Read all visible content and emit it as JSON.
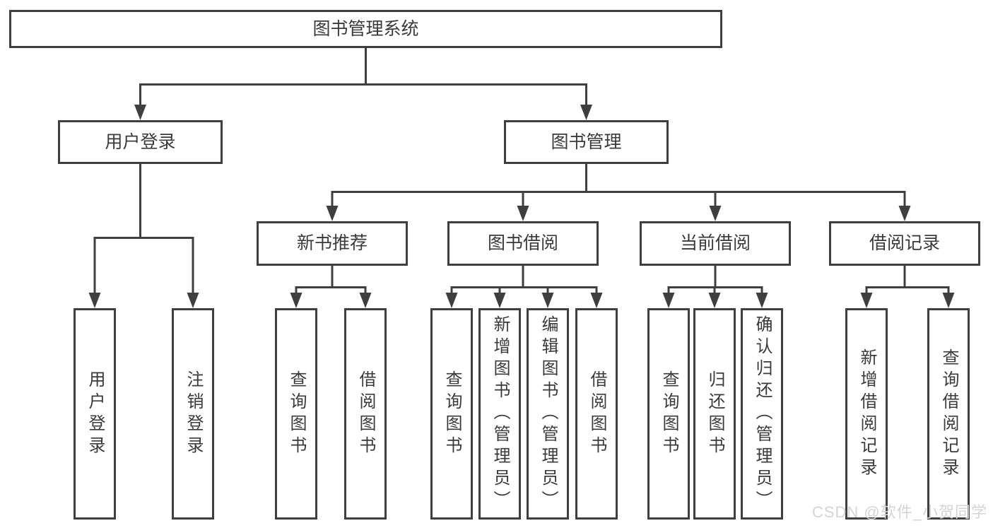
{
  "diagram_title": "图书管理系统",
  "nodes": {
    "root": "图书管理系统",
    "user-login": "用户登录",
    "book-mgmt": "图书管理",
    "new-books": "新书推荐",
    "book-borrow": "图书借阅",
    "current-borrow": "当前借阅",
    "borrow-records": "借阅记录",
    "leaf-user-login": "用户登录",
    "leaf-logout": "注销登录",
    "nb-query-books": "查询图书",
    "nb-borrow-books": "借阅图书",
    "bb-query-books": "查询图书",
    "bb-add-books": "新增图书（管理员）",
    "bb-edit-books": "编辑图书（管理员）",
    "bb-borrow-books": "借阅图书",
    "cb-query-books": "查询图书",
    "cb-return-books": "归还图书",
    "cb-confirm-return": "确认归还（管理员）",
    "br-add-record": "新增借阅记录",
    "br-query-record": "查询借阅记录"
  },
  "hierarchy": {
    "root": [
      "user-login",
      "book-mgmt"
    ],
    "user-login": [
      "leaf-user-login",
      "leaf-logout"
    ],
    "book-mgmt": [
      "new-books",
      "book-borrow",
      "current-borrow",
      "borrow-records"
    ],
    "new-books": [
      "nb-query-books",
      "nb-borrow-books"
    ],
    "book-borrow": [
      "bb-query-books",
      "bb-add-books",
      "bb-edit-books",
      "bb-borrow-books"
    ],
    "current-borrow": [
      "cb-query-books",
      "cb-return-books",
      "cb-confirm-return"
    ],
    "borrow-records": [
      "br-add-record",
      "br-query-record"
    ]
  },
  "watermark": "CSDN @软件_小贺同学",
  "colors": {
    "line": "#3f3f3f",
    "text": "#3a3a3a",
    "box_background": "#ffffff",
    "watermark": "#d4d4d4"
  }
}
